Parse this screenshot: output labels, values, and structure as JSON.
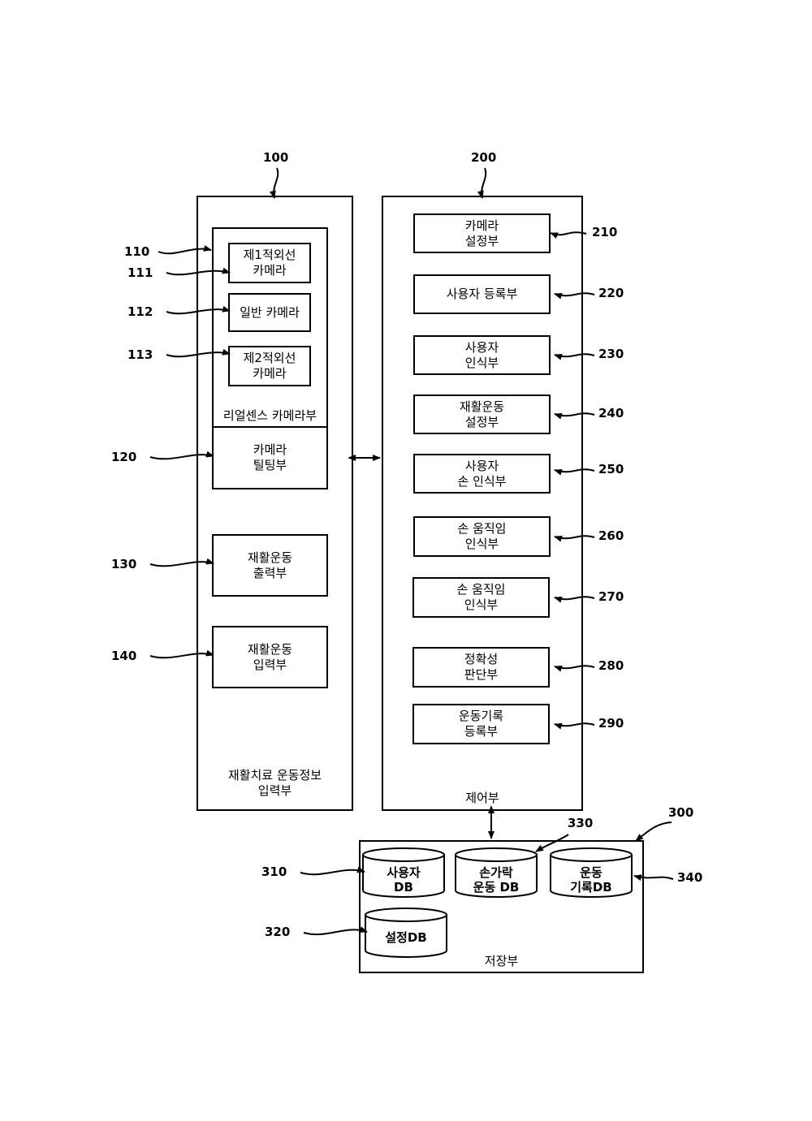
{
  "refs": {
    "r100": "100",
    "r200": "200",
    "r300": "300",
    "r110": "110",
    "r111": "111",
    "r112": "112",
    "r113": "113",
    "r120": "120",
    "r130": "130",
    "r140": "140",
    "r210": "210",
    "r220": "220",
    "r230": "230",
    "r240": "240",
    "r250": "250",
    "r260": "260",
    "r270": "270",
    "r280": "280",
    "r290": "290",
    "r310": "310",
    "r320": "320",
    "r330": "330",
    "r340": "340"
  },
  "input_unit": {
    "caption_line1": "재활치료 운동정보",
    "caption_line2": "입력부",
    "realsense": {
      "caption": "리얼센스 카메라부",
      "ir_camera_1": [
        "제1적외선",
        "카메라"
      ],
      "normal_camera": "일반 카메라",
      "ir_camera_2": [
        "제2적외선",
        "카메라"
      ]
    },
    "tilting": [
      "카메라",
      "틸팅부"
    ],
    "output": [
      "재활운동",
      "출력부"
    ],
    "input": [
      "재활운동",
      "입력부"
    ]
  },
  "control_unit": {
    "caption": "제어부",
    "items": [
      [
        "카메라",
        "설정부"
      ],
      [
        "사용자 등록부"
      ],
      [
        "사용자",
        "인식부"
      ],
      [
        "재활운동",
        "설정부"
      ],
      [
        "사용자",
        "손 인식부"
      ],
      [
        "손 움직임",
        "인식부"
      ],
      [
        "손 움직임",
        "인식부"
      ],
      [
        "정확성",
        "판단부"
      ],
      [
        "운동기록",
        "등록부"
      ]
    ]
  },
  "storage_unit": {
    "caption": "저장부",
    "user_db": [
      "사용자",
      "DB"
    ],
    "finger_db": [
      "손가락",
      "운동 DB"
    ],
    "record_db": [
      "운동",
      "기록DB"
    ],
    "setting_db": [
      "설정DB"
    ]
  }
}
